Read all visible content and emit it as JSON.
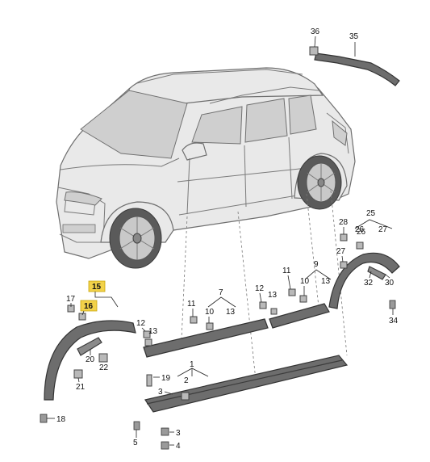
{
  "labels": {
    "l1": "1",
    "l2": "2",
    "l3a": "3",
    "l3b": "3",
    "l4": "4",
    "l5": "5",
    "l7": "7",
    "l9": "9",
    "l10a": "10",
    "l10b": "10",
    "l11a": "11",
    "l11b": "11",
    "l12a": "12",
    "l12b": "12",
    "l13a": "13",
    "l13b": "13",
    "l13c": "13",
    "l13d": "13",
    "l15": "15",
    "l16": "16",
    "l17": "17",
    "l18": "18",
    "l19": "19",
    "l20": "20",
    "l21": "21",
    "l22": "22",
    "l25": "25",
    "l26a": "26",
    "l26b": "26",
    "l27a": "27",
    "l27b": "27",
    "l28": "28",
    "l30": "30",
    "l32": "32",
    "l34": "34",
    "l35": "35",
    "l36": "36"
  },
  "colors": {
    "highlight": "#f2d24a"
  }
}
